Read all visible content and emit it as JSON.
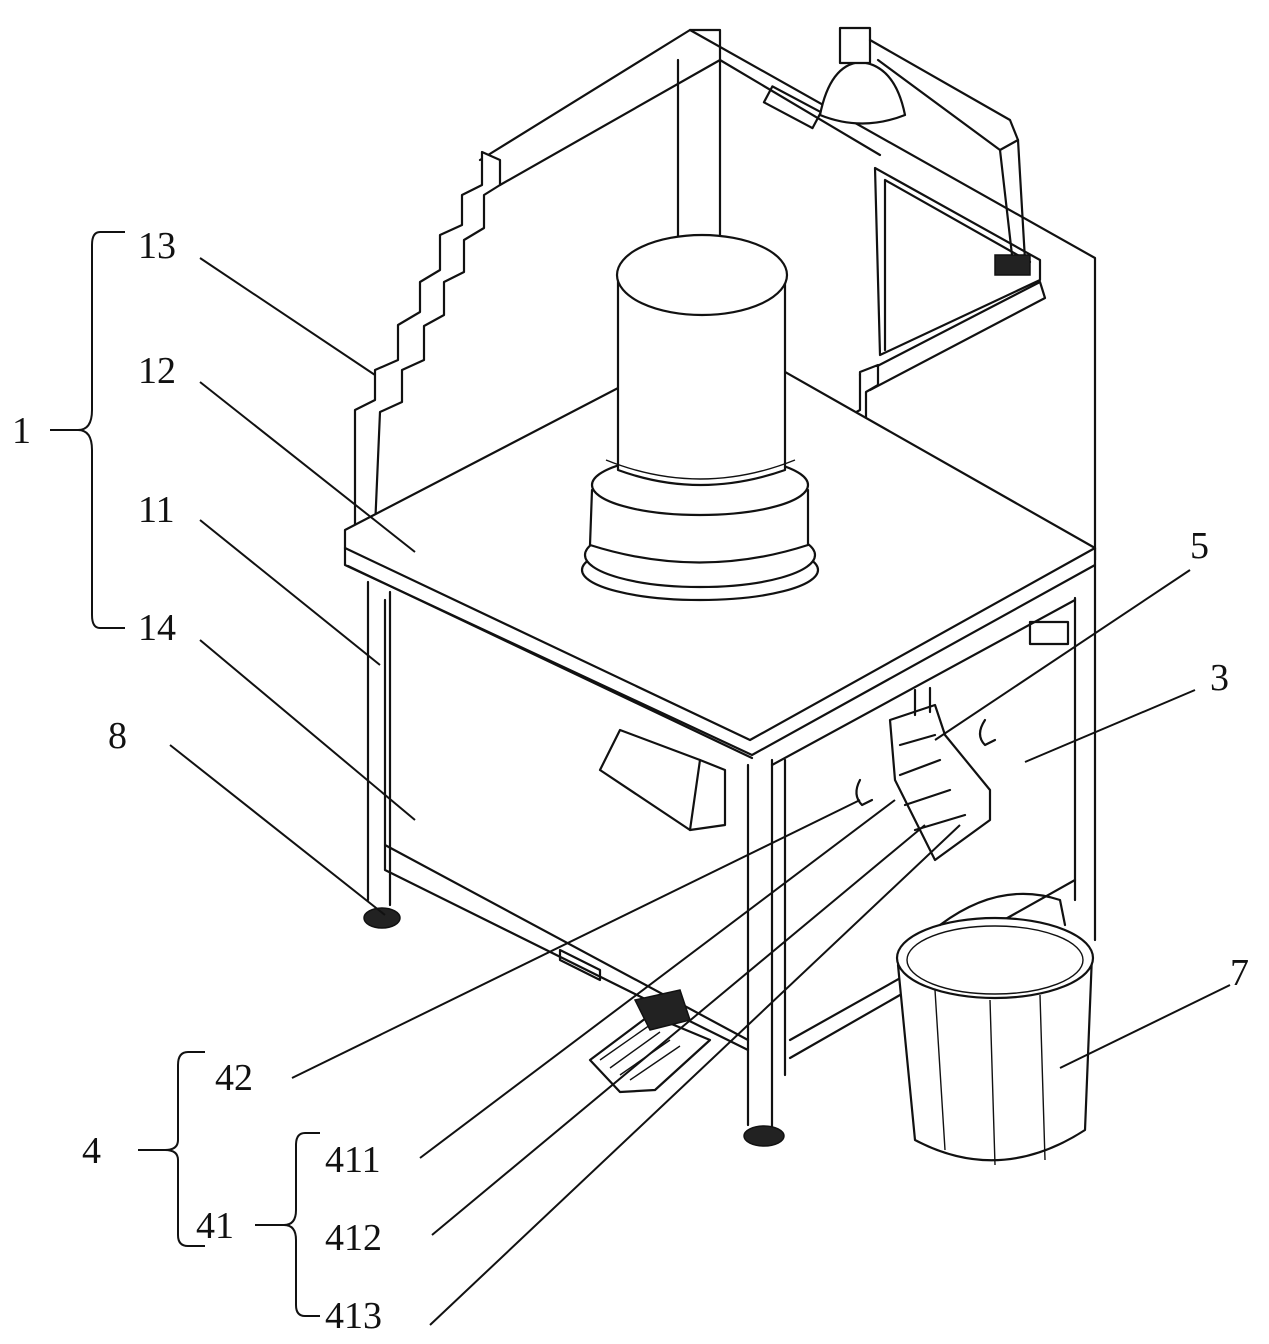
{
  "labels": {
    "n1": "1",
    "n11": "11",
    "n12": "12",
    "n13": "13",
    "n14": "14",
    "n8": "8",
    "n5": "5",
    "n3": "3",
    "n7": "7",
    "n4": "4",
    "n41": "41",
    "n42": "42",
    "n411": "411",
    "n412": "412",
    "n413": "413"
  }
}
